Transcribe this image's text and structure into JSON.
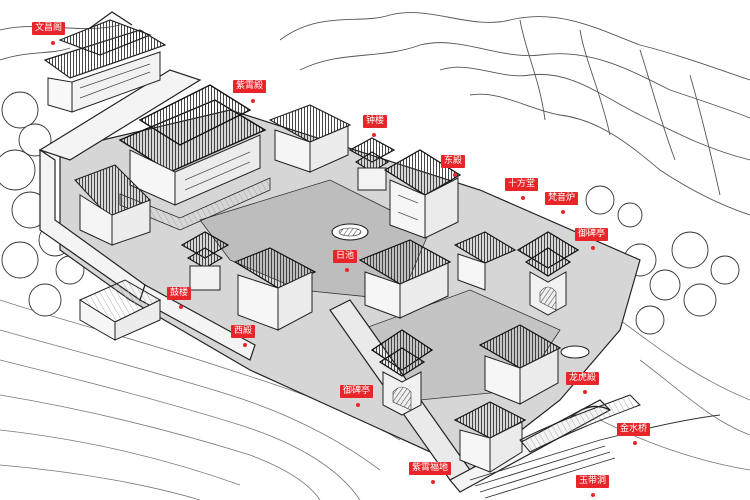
{
  "labels": [
    {
      "id": "wenchangge",
      "text": "文昌阁"
    },
    {
      "id": "zixiaodian",
      "text": "紫霄殿"
    },
    {
      "id": "zhonglou",
      "text": "钟楼"
    },
    {
      "id": "dongdian",
      "text": "东殿"
    },
    {
      "id": "shifangtang",
      "text": "十方堂"
    },
    {
      "id": "fanyinlu",
      "text": "梵音炉"
    },
    {
      "id": "yubeiting-east",
      "text": "御碑亭"
    },
    {
      "id": "richi",
      "text": "日池"
    },
    {
      "id": "gulou",
      "text": "鼓楼"
    },
    {
      "id": "xidian",
      "text": "西殿"
    },
    {
      "id": "yubeiting-south",
      "text": "御碑亭"
    },
    {
      "id": "longhudian",
      "text": "龙虎殿"
    },
    {
      "id": "jinshuiqiao",
      "text": "金水桥"
    },
    {
      "id": "zixiaofudi",
      "text": "紫霄福地"
    },
    {
      "id": "yudaidong",
      "text": "玉带洞"
    }
  ],
  "colors": {
    "label_bg": "#e8262a",
    "label_text": "#ffffff",
    "ink": "#1e1e1e",
    "roof_shade": "#6d6d6d",
    "wall_fill": "#eeeeee",
    "ground_fill": "#cfcfcf"
  }
}
